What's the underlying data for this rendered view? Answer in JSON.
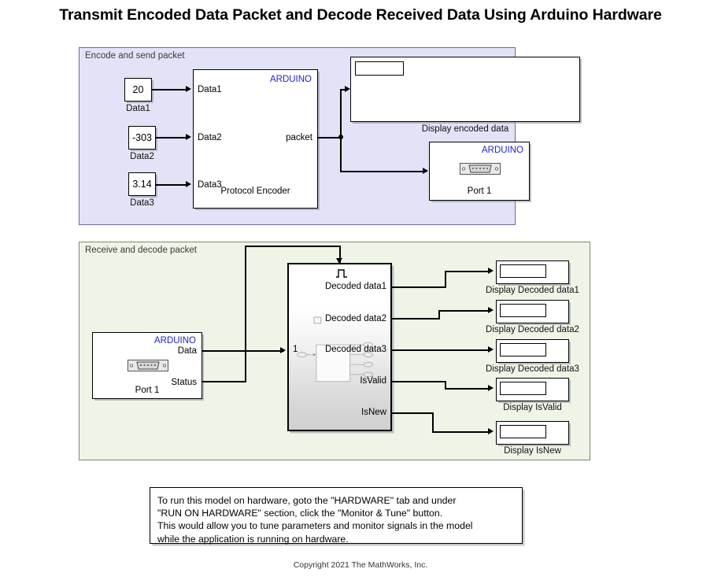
{
  "title": "Transmit Encoded Data Packet and Decode Received Data Using Arduino Hardware",
  "copyright": "Copyright 2021 The MathWorks, Inc.",
  "areas": {
    "encode": {
      "label": "Encode and send packet"
    },
    "decode": {
      "label": "Receive and decode packet"
    }
  },
  "encode": {
    "constants": [
      {
        "value": "20",
        "caption": "Data1"
      },
      {
        "value": "-303",
        "caption": "Data2"
      },
      {
        "value": "3.14",
        "caption": "Data3"
      }
    ],
    "encoder": {
      "hardware_tag": "ARDUINO",
      "name": "Protocol Encoder",
      "inputs": [
        "Data1",
        "Data2",
        "Data3"
      ],
      "outputs": [
        "packet"
      ]
    },
    "display_encoded": {
      "caption": "Display encoded data"
    },
    "serial_tx": {
      "hardware_tag": "ARDUINO",
      "caption": "Port 1",
      "icon": "serial-connector-icon"
    }
  },
  "decode": {
    "serial_rx": {
      "hardware_tag": "ARDUINO",
      "caption": "Port 1",
      "icon": "serial-connector-icon",
      "outputs": [
        "Data",
        "Status"
      ]
    },
    "decoder": {
      "trigger_icon": "rising-pulse-trigger-icon",
      "input_port_label": "1",
      "outputs": [
        "Decoded data1",
        "Decoded data2",
        "Decoded data3",
        "IsValid",
        "IsNew"
      ]
    },
    "displays": [
      {
        "caption": "Display Decoded data1"
      },
      {
        "caption": "Display Decoded data2"
      },
      {
        "caption": "Display Decoded data3"
      },
      {
        "caption": "Display IsValid"
      },
      {
        "caption": "Display IsNew"
      }
    ]
  },
  "note": {
    "lines": [
      "To run this model on hardware, goto the \"HARDWARE\" tab and under",
      "\"RUN ON HARDWARE\" section, click the \"Monitor & Tune\" button.",
      "This would allow you to tune parameters and monitor signals in the model",
      "while the application is running on hardware."
    ]
  },
  "colors": {
    "encode_panel": "#e3e3f8",
    "decode_panel": "#eef5e7",
    "hardware_tag": "#2222cc",
    "wire": "#000000",
    "background": "#ffffff"
  }
}
